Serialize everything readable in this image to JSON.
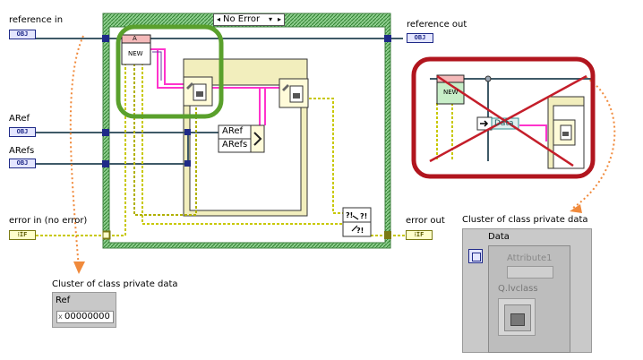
{
  "terminals": {
    "reference_in": "reference in",
    "reference_out": "reference out",
    "aref": "ARef",
    "arefs": "ARefs",
    "error_in": "error in (no error)",
    "error_out": "error out",
    "obj_glyph": "OBJ",
    "err_glyph": "⁝ÎF"
  },
  "case_structure": {
    "selector": "No Error"
  },
  "nodes": {
    "new_label": "NEW",
    "class_letter": "A",
    "bundle_items": [
      "ARef",
      "ARefs"
    ],
    "data_label": "Data"
  },
  "left_cluster": {
    "caption": "Cluster of class private data",
    "field_label": "Ref",
    "field_value": "00000000",
    "field_prefix": "x"
  },
  "right_cluster": {
    "caption": "Cluster of class private data",
    "data_label": "Data",
    "attr_label": "Attribute1",
    "class_label": "Q.lvclass"
  },
  "colors": {
    "wire_ref": "#3f5a68",
    "wire_error": "#c8c800",
    "wire_class": "#ff33cc",
    "case_border": "#3b9c3b",
    "green_highlight": "#5aa02c",
    "red_highlight": "#b1151e",
    "orange_arrow": "#f08a3c"
  }
}
